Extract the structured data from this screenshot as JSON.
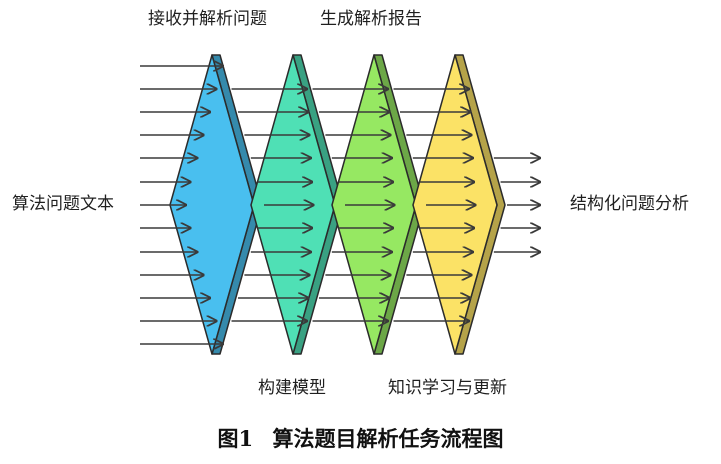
{
  "labels": {
    "input": "算法问题文本",
    "output": "结构化问题分析",
    "stage1_top": "接收并解析问题",
    "stage3_top": "生成解析报告",
    "stage2_bottom": "构建模型",
    "stage4_bottom": "知识学习与更新"
  },
  "caption": {
    "figure_no": "图1",
    "title": "算法题目解析任务流程图"
  },
  "colors": {
    "stage1": "#49bfef",
    "stage2": "#4fe0b5",
    "stage3": "#96e862",
    "stage4": "#fbe266",
    "arrow": "#3a3a3a",
    "outline": "#2b2b2b"
  }
}
